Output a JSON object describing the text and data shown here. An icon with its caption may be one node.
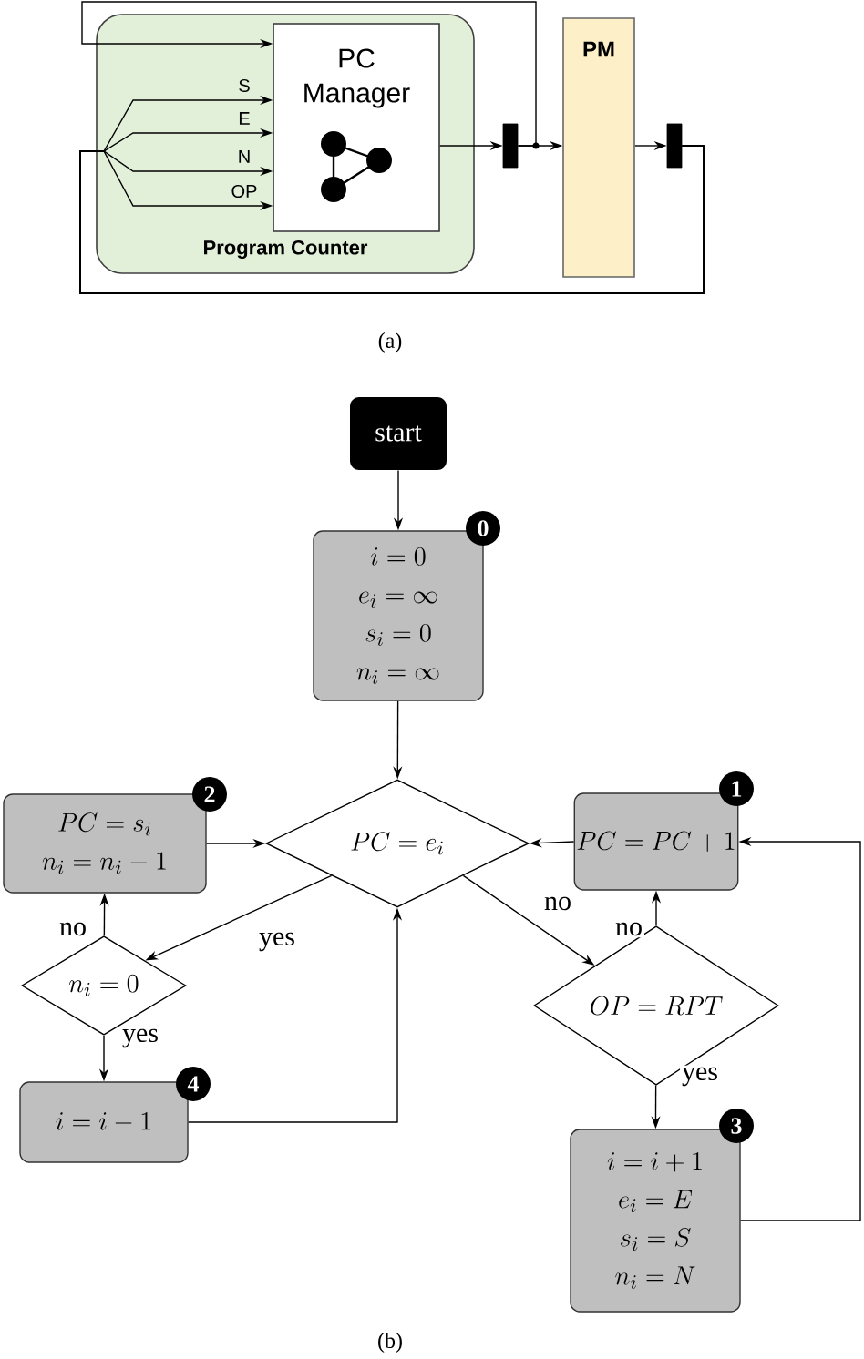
{
  "diagram": {
    "nodes": [
      {
        "text": [
          "Program Counter"
        ]
      },
      {
        "text": [
          "PC Manager"
        ],
        "in": 0
      },
      {
        "text": [
          "PM"
        ]
      },
      {
        "text": [],
        "shape": "bar"
      },
      {
        "text": [],
        "shape": "bar"
      },
      {
        "text": [
          "start"
        ]
      },
      {
        "text": [
          "i = 0",
          "e_i = \\infty",
          "s_i = 0",
          "n_i = \\infty"
        ],
        "beside": [
          "0"
        ]
      },
      {
        "text": [
          "PC = e_i"
        ]
      },
      {
        "text": [
          "PC = s_i",
          "n_i = n_i - 1"
        ],
        "beside": [
          "2"
        ]
      },
      {
        "text": [
          "PC = PC+1"
        ],
        "beside": [
          "1"
        ]
      },
      {
        "text": [
          "n_i = 0"
        ]
      },
      {
        "text": [
          "OP = RPT"
        ]
      },
      {
        "text": [
          "i = i - 1"
        ],
        "beside": [
          "4"
        ]
      },
      {
        "text": [
          "i = i + 1",
          "e_i = E",
          "s_i = S",
          "n_i = N"
        ],
        "beside": [
          "3"
        ]
      }
    ],
    "edges": [
      {
        "from": 1,
        "to": 3,
        "arrow": "to"
      },
      {
        "from": 3,
        "to": 2,
        "arrow": "to"
      },
      {
        "from": 3,
        "to": 1,
        "arrow": "to"
      },
      {
        "from": 2,
        "to": 4,
        "arrow": "to"
      },
      {
        "from": 4,
        "to": 1,
        "arrow": "to",
        "label": "S"
      },
      {
        "from": 4,
        "to": 1,
        "arrow": "to",
        "label": "E"
      },
      {
        "from": 4,
        "to": 1,
        "arrow": "to",
        "label": "N"
      },
      {
        "from": 4,
        "to": 1,
        "arrow": "to",
        "label": "OP"
      },
      {
        "from": 5,
        "to": 6,
        "arrow": "to"
      },
      {
        "from": 6,
        "to": 7,
        "arrow": "to"
      },
      {
        "from": 8,
        "to": 7,
        "arrow": "to"
      },
      {
        "from": 9,
        "to": 7,
        "arrow": "to"
      },
      {
        "from": 7,
        "to": 10,
        "arrow": "to",
        "label": "yes"
      },
      {
        "from": 7,
        "to": 11,
        "arrow": "to",
        "label": "no"
      },
      {
        "from": 10,
        "to": 8,
        "arrow": "to",
        "label": "no"
      },
      {
        "from": 10,
        "to": 12,
        "arrow": "to",
        "label": "yes"
      },
      {
        "from": 11,
        "to": 9,
        "arrow": "to",
        "label": "no"
      },
      {
        "from": 11,
        "to": 13,
        "arrow": "to",
        "label": "yes"
      },
      {
        "from": 12,
        "to": 7,
        "arrow": "to"
      },
      {
        "from": 13,
        "to": 9,
        "arrow": "to"
      }
    ],
    "labels": [
      "(a)",
      "(b)"
    ]
  }
}
